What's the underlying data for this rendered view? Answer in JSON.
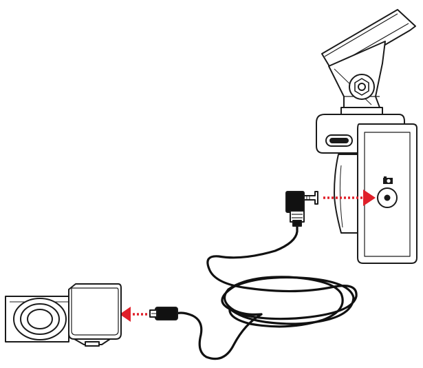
{
  "diagram": {
    "components": [
      {
        "name": "windshield-mount",
        "icon": "suction-mount-bracket"
      },
      {
        "name": "front-dashcam",
        "icon": "dashcam-body"
      },
      {
        "name": "rear-camera-port",
        "icon": "rear-camera-port-icon"
      },
      {
        "name": "rear-camera",
        "icon": "rear-camera-lens"
      },
      {
        "name": "rear-camera-cable",
        "icon": "coiled-cable"
      }
    ],
    "arrows": [
      {
        "name": "plug-into-dashcam",
        "direction": "right",
        "color": "#e0202a"
      },
      {
        "name": "plug-into-rear-camera",
        "direction": "left",
        "color": "#e0202a"
      }
    ],
    "colors": {
      "outline": "#1a1a1a",
      "accent": "#e0202a",
      "background": "#ffffff"
    }
  }
}
